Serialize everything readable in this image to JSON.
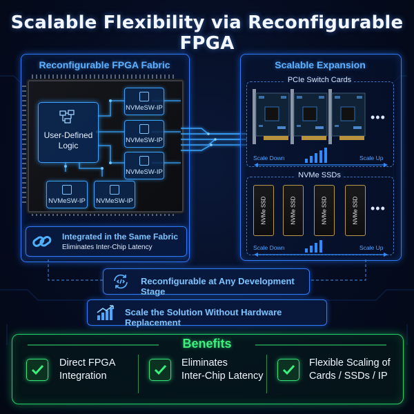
{
  "title": "Scalable Flexibility via Reconfigurable FPGA",
  "left_panel": {
    "title": "Reconfigurable FPGA Fabric",
    "core_label": "User-Defined Logic",
    "ip_blocks": [
      "NVMeSW-IP",
      "NVMeSW-IP",
      "NVMeSW-IP",
      "NVMeSW-IP",
      "NVMeSW-IP"
    ],
    "integration_title": "Integrated in the Same Fabric",
    "integration_sub": "Eliminates Inter-Chip Latency"
  },
  "right_panel": {
    "title": "Scalable Expansion",
    "pcie": {
      "title": "PCIe Switch Cards",
      "scale_down": "Scale Down",
      "scale_up": "Scale Up",
      "more": "•••"
    },
    "ssd": {
      "title": "NVMe SSDs",
      "drive_label": "NVMe SSD",
      "scale_down": "Scale Down",
      "scale_up": "Scale Up",
      "more": "•••"
    }
  },
  "features": [
    {
      "text": "Reconfigurable at Any Development Stage",
      "icon": "refresh-code-icon"
    },
    {
      "text": "Scale the Solution Without Hardware Replacement",
      "icon": "growth-chart-icon"
    }
  ],
  "benefits": {
    "title": "Benefits",
    "items": [
      {
        "line1": "Direct FPGA",
        "line2": "Integration"
      },
      {
        "line1": "Eliminates",
        "line2": "Inter-Chip Latency"
      },
      {
        "line1": "Flexible Scaling of",
        "line2": "Cards / SSDs / IP"
      }
    ]
  },
  "colors": {
    "accent_blue": "#2f7cff",
    "accent_green": "#22d36a",
    "background": "#050c20"
  }
}
